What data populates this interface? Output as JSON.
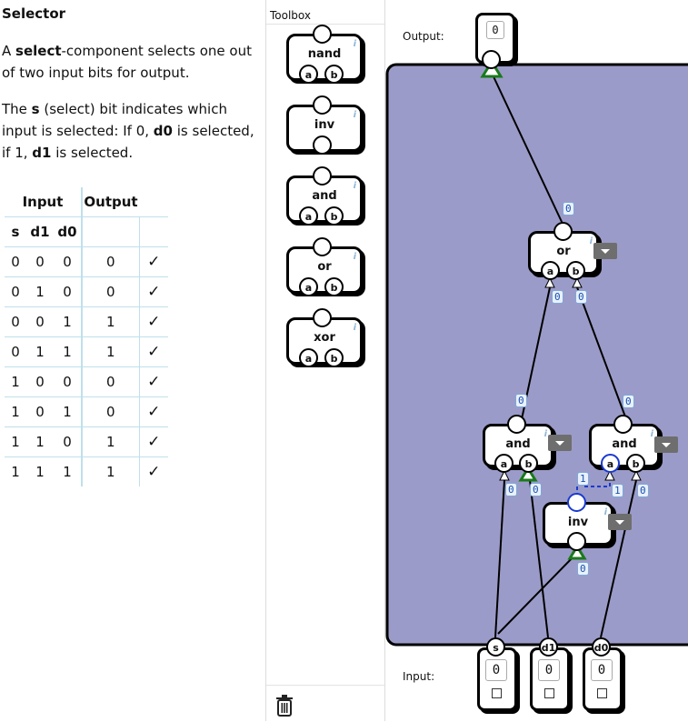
{
  "lesson": {
    "title": "Selector",
    "p1_a": "A ",
    "p1_b": "select",
    "p1_c": "-component selects one out of two input bits for output.",
    "p2_a": "The ",
    "p2_b": "s",
    "p2_c": " (select) bit indicates which input is selected: If 0, ",
    "p2_d": "d0",
    "p2_e": " is selected, if 1, ",
    "p2_f": "d1",
    "p2_g": " is selected."
  },
  "truth_table": {
    "group_input": "Input",
    "group_output": "Output",
    "headers": [
      "s",
      "d1",
      "d0"
    ],
    "rows": [
      [
        "0",
        "0",
        "0",
        "0"
      ],
      [
        "0",
        "1",
        "0",
        "0"
      ],
      [
        "0",
        "0",
        "1",
        "1"
      ],
      [
        "0",
        "1",
        "1",
        "1"
      ],
      [
        "1",
        "0",
        "0",
        "0"
      ],
      [
        "1",
        "0",
        "1",
        "0"
      ],
      [
        "1",
        "1",
        "0",
        "1"
      ],
      [
        "1",
        "1",
        "1",
        "1"
      ]
    ],
    "check": "✓"
  },
  "toolbox": {
    "label": "Toolbox",
    "items": [
      {
        "name": "nand",
        "pins": [
          "a",
          "b"
        ]
      },
      {
        "name": "inv",
        "pins": []
      },
      {
        "name": "and",
        "pins": [
          "a",
          "b"
        ]
      },
      {
        "name": "or",
        "pins": [
          "a",
          "b"
        ]
      },
      {
        "name": "xor",
        "pins": [
          "a",
          "b"
        ]
      }
    ],
    "info": "i"
  },
  "canvas": {
    "output_label": "Output:",
    "input_label": "Input:",
    "output_value": "0",
    "gate_or": "or",
    "gate_and1": "and",
    "gate_and2": "and",
    "gate_inv": "inv",
    "pin_a": "a",
    "pin_b": "b",
    "inputs": [
      {
        "name": "s",
        "value": "0"
      },
      {
        "name": "d1",
        "value": "0"
      },
      {
        "name": "d0",
        "value": "0"
      }
    ],
    "wire_values": {
      "or_out": "0",
      "or_a": "0",
      "or_b": "0",
      "and1_out": "0",
      "and1_b": "0",
      "and2_out": "0",
      "and2_a": "1",
      "and2_b_top": "1",
      "and2_b": "0",
      "inv_out": "0"
    },
    "circuit_bg": "#9b9bc9"
  }
}
